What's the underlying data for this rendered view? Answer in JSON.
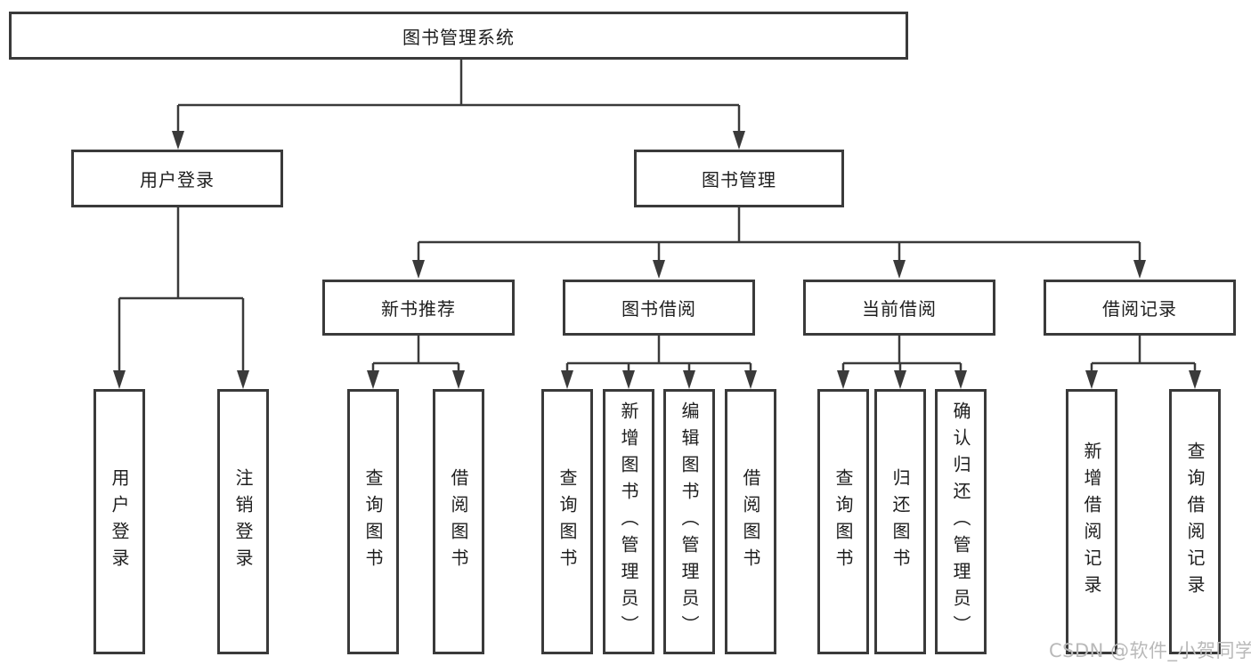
{
  "tree": {
    "root": {
      "label": "图书管理系统"
    },
    "branches": [
      {
        "label": "用户登录",
        "leaves": [
          {
            "label": "用户登录"
          },
          {
            "label": "注销登录"
          }
        ]
      },
      {
        "label": "图书管理",
        "groups": [
          {
            "label": "新书推荐",
            "leaves": [
              {
                "label": "查询图书"
              },
              {
                "label": "借阅图书"
              }
            ]
          },
          {
            "label": "图书借阅",
            "leaves": [
              {
                "label": "查询图书"
              },
              {
                "label": "新增图书（管理员）"
              },
              {
                "label": "编辑图书（管理员）"
              },
              {
                "label": "借阅图书"
              }
            ]
          },
          {
            "label": "当前借阅",
            "leaves": [
              {
                "label": "查询图书"
              },
              {
                "label": "归还图书"
              },
              {
                "label": "确认归还（管理员）"
              }
            ]
          },
          {
            "label": "借阅记录",
            "leaves": [
              {
                "label": "新增借阅记录"
              },
              {
                "label": "查询借阅记录"
              }
            ]
          }
        ]
      }
    ]
  },
  "watermark": {
    "text": "CSDN @软件_小贺同学"
  },
  "colors": {
    "line": "#3a3a3a",
    "text": "#1e1e1e",
    "watermark": "#b9b9b9",
    "background": "#ffffff"
  }
}
